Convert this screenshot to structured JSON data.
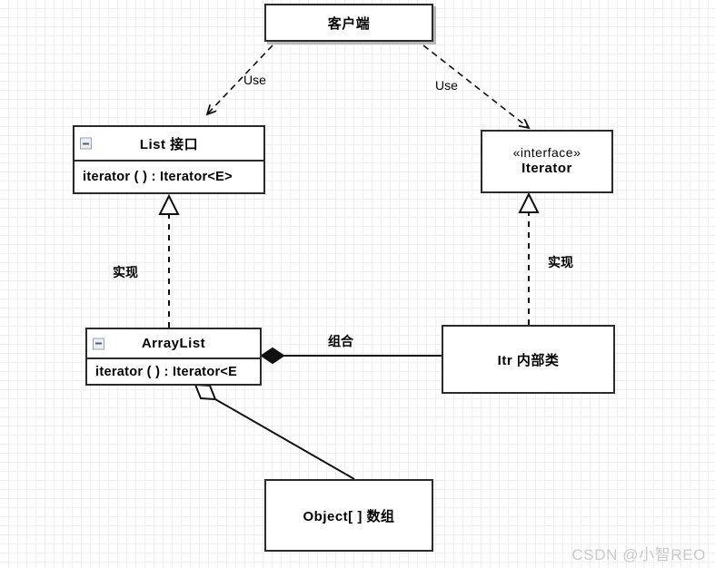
{
  "diagram": {
    "title": "UML Class Diagram - Iterator Pattern",
    "watermark": "CSDN @小智REO",
    "colors": {
      "stroke": "#2b2b2b",
      "fill": "#ffffff",
      "grid_minor": "#f0f0f0",
      "grid_major": "#d0d0d0",
      "watermark": "#c9c9c9"
    }
  },
  "nodes": {
    "client": {
      "name": "客户端",
      "type": "class"
    },
    "list": {
      "name": "List 接口",
      "member": "iterator ( )   : Iterator<E>",
      "collapse_icon": "minus-square-icon"
    },
    "iterator": {
      "stereotype": "«interface»",
      "name": "Iterator"
    },
    "arraylist": {
      "name": "ArrayList",
      "member": "iterator ( )   : Iterator<E",
      "collapse_icon": "minus-square-icon"
    },
    "itr": {
      "name": "Itr  内部类"
    },
    "objectarray": {
      "name": "Object[ ] 数组"
    }
  },
  "edges": [
    {
      "id": "client-list",
      "label": "Use",
      "kind": "dependency",
      "from": "client",
      "to": "list"
    },
    {
      "id": "client-iterator",
      "label": "Use",
      "kind": "dependency",
      "from": "client",
      "to": "iterator"
    },
    {
      "id": "arraylist-list",
      "label": "实现",
      "kind": "realization",
      "from": "arraylist",
      "to": "list"
    },
    {
      "id": "itr-iterator",
      "label": "实现",
      "kind": "realization",
      "from": "itr",
      "to": "iterator"
    },
    {
      "id": "arraylist-itr",
      "label": "组合",
      "kind": "composition",
      "from": "arraylist",
      "to": "itr"
    },
    {
      "id": "arraylist-objectarray",
      "label": "",
      "kind": "aggregation",
      "from": "arraylist",
      "to": "objectarray"
    }
  ]
}
